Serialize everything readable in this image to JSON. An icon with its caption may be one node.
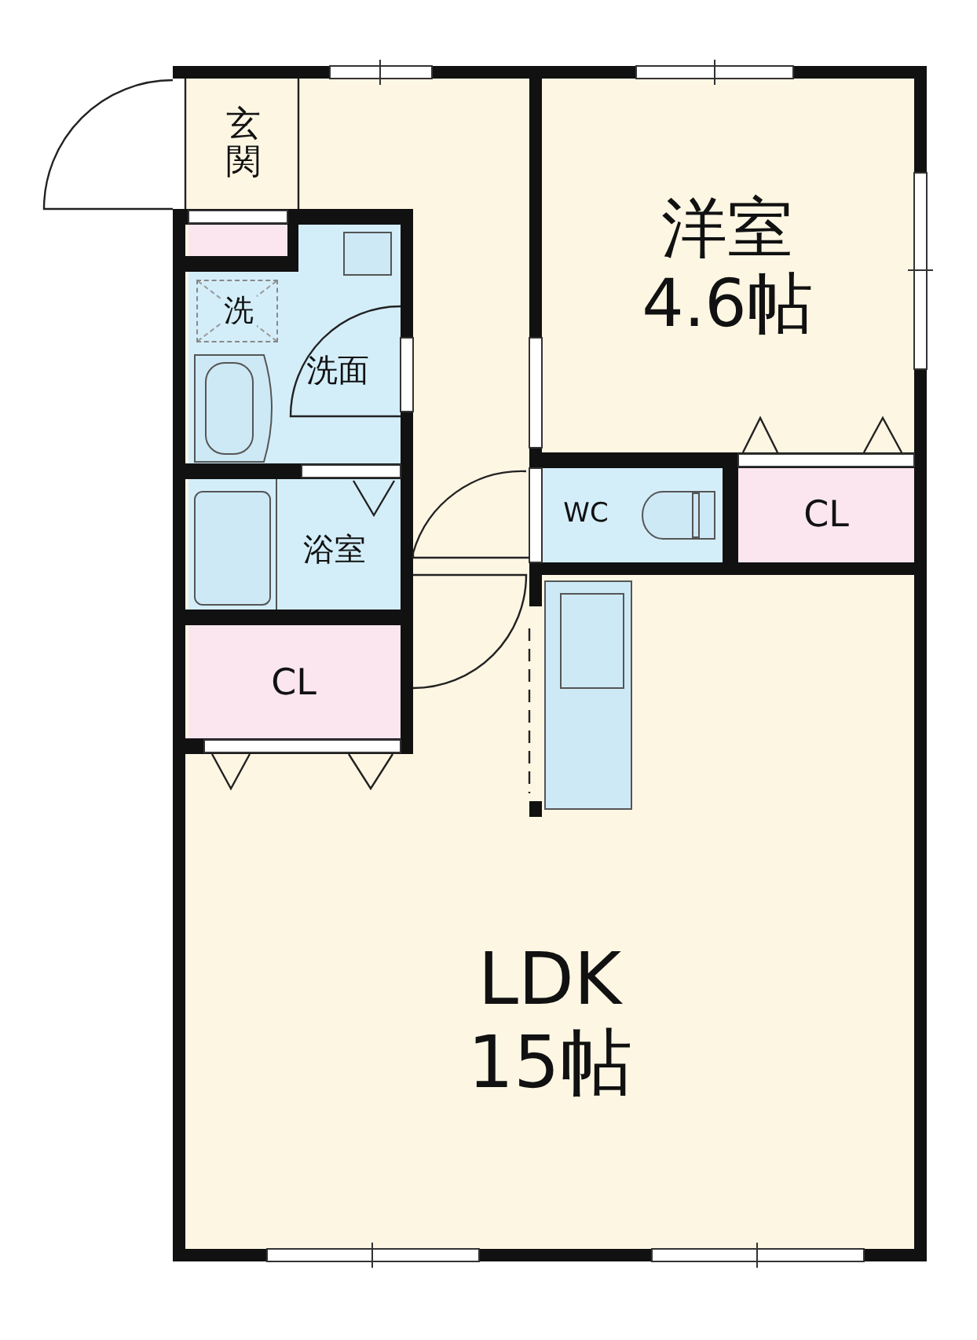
{
  "diagram": {
    "nodes": [
      {
        "text": [
          "玄関"
        ]
      },
      {
        "text": [
          "洋室",
          "4.6帖"
        ]
      },
      {
        "text": [
          "洗面"
        ]
      },
      {
        "text": [
          "洗"
        ],
        "in": 2
      },
      {
        "text": [
          "浴室"
        ]
      },
      {
        "text": [
          "CL"
        ]
      },
      {
        "text": [
          "WC"
        ]
      },
      {
        "text": [
          "CL"
        ]
      },
      {
        "text": [
          "LDK",
          "15帖"
        ]
      }
    ]
  }
}
